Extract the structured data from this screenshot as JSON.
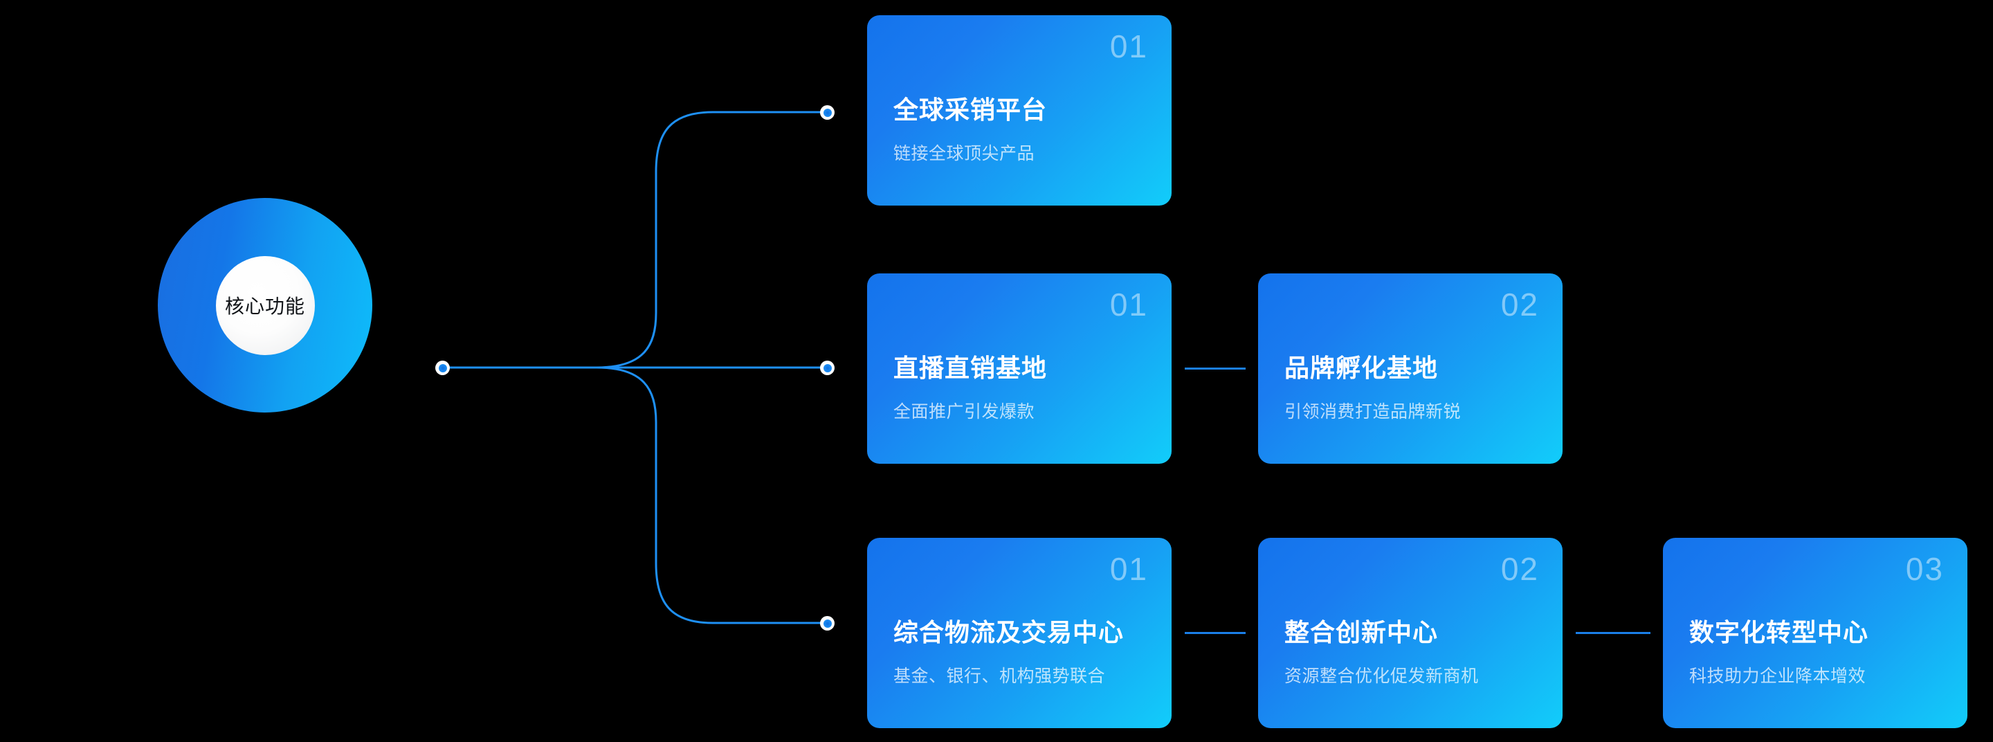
{
  "background_color": "#000000",
  "hub": {
    "label": "核心功能",
    "gradient_from": "#1a6ee0",
    "gradient_to": "#0ebdfb",
    "inner_color": "#ffffff"
  },
  "colors": {
    "card_gradient_from": "#1473ec",
    "card_gradient_to": "#12cdfa",
    "link_line": "#1e90f5",
    "connector_segment": "#1b7fe8",
    "dot_ring": "#ffffff",
    "dot_core": "#1e90f5",
    "card_number": "rgba(255,255,255,0.46)",
    "card_title": "#ffffff",
    "card_subtitle": "rgba(255,255,255,0.72)"
  },
  "rows": [
    {
      "cards": [
        {
          "number": "01",
          "title": "全球采销平台",
          "subtitle": "链接全球顶尖产品"
        }
      ]
    },
    {
      "cards": [
        {
          "number": "01",
          "title": "直播直销基地",
          "subtitle": "全面推广引发爆款"
        },
        {
          "number": "02",
          "title": "品牌孵化基地",
          "subtitle": "引领消费打造品牌新锐"
        }
      ]
    },
    {
      "cards": [
        {
          "number": "01",
          "title": "综合物流及交易中心",
          "subtitle": "基金、银行、机构强势联合"
        },
        {
          "number": "02",
          "title": "整合创新中心",
          "subtitle": "资源整合优化促发新商机"
        },
        {
          "number": "03",
          "title": "数字化转型中心",
          "subtitle": "科技助力企业降本增效"
        }
      ]
    }
  ]
}
